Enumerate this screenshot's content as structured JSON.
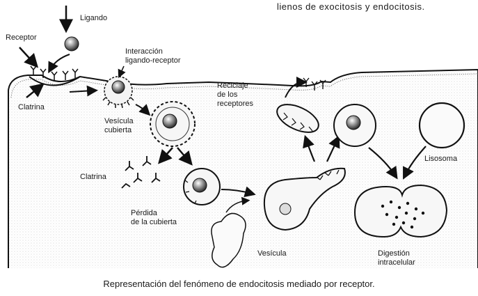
{
  "top_text": "lienos de exocitosis y endocitosis.",
  "caption": "Representación del fenómeno de endocitosis mediado por receptor.",
  "labels": {
    "ligando": "Ligando",
    "receptor": "Receptor",
    "interaccion": "Interacción\nligando-receptor",
    "clatrina_top": "Clatrina",
    "vesicula_cubierta": "Vesícula\ncubierta",
    "reciclaje": "Reciclaje\nde los\nreceptores",
    "lisosoma": "Lisosoma",
    "clatrina_mid": "Clatrina",
    "perdida": "Pérdida\nde la cubierta",
    "vesicula": "Vesícula",
    "digestion": "Digestión\nintracelular"
  }
}
